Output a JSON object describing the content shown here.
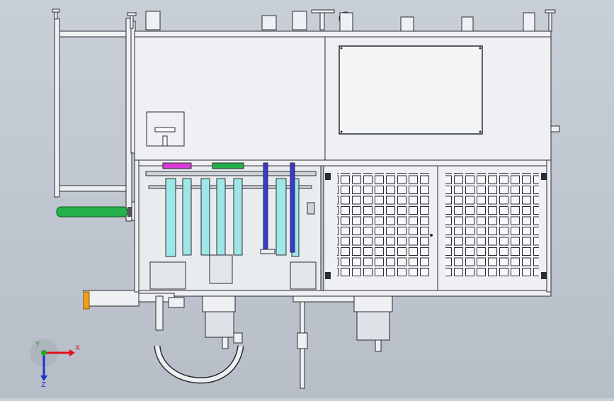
{
  "view": {
    "background_top": "#c9cfd7",
    "background_bottom": "#b7bec8"
  },
  "triad": {
    "x_label": "X",
    "y_label": "Y",
    "z_label": "Z",
    "x_color": "#e0101a",
    "y_color": "#1faa2c",
    "z_color": "#1c2fd0"
  },
  "colors": {
    "frame_fill": "#eef0f3",
    "line": "#2a2d31",
    "green_roller": "#23b04a",
    "orange_block": "#f0a020",
    "blue_rod": "#3a36d8",
    "cyan_tube": "#9fe6e8",
    "magenta_part": "#d93bd6",
    "grid_cell": "#f7f8f9"
  },
  "icons": {
    "triad": "coordinate-triad-icon"
  }
}
